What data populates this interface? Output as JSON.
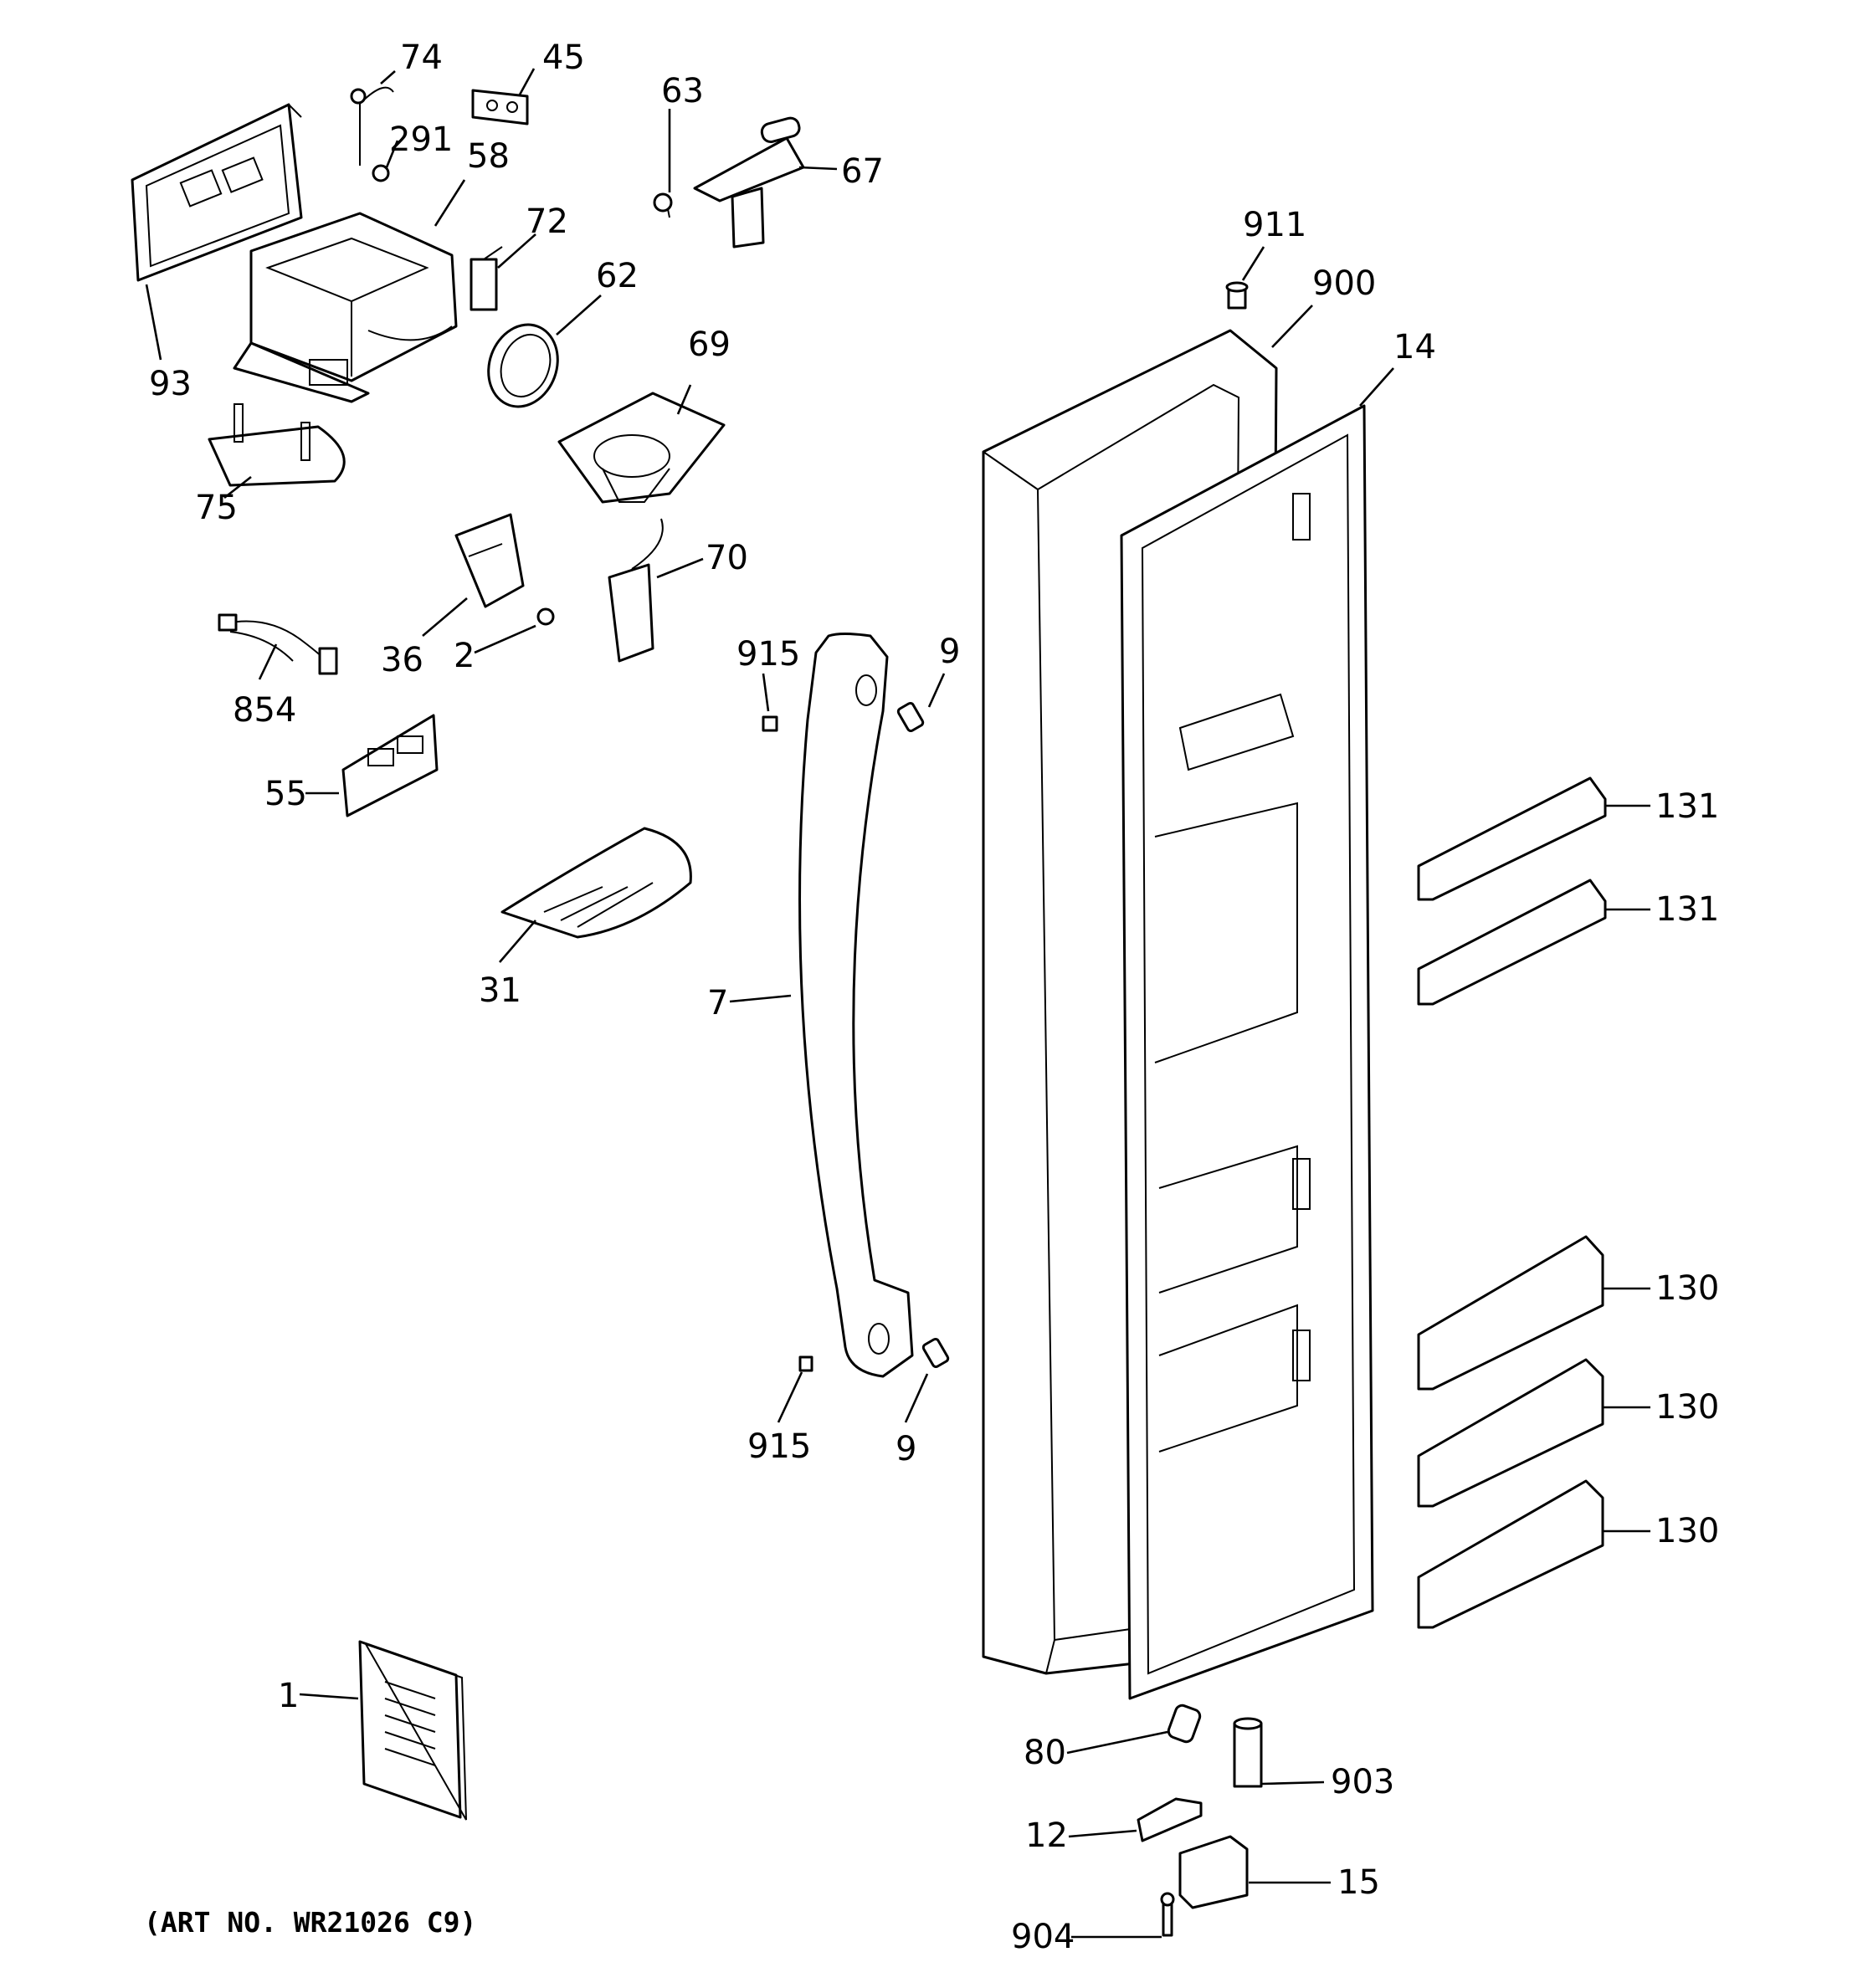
{
  "art_number": "(ART NO. WR21026 C9)",
  "callouts": {
    "p74": "74",
    "p45": "45",
    "p63": "63",
    "p291": "291",
    "p58": "58",
    "p67": "67",
    "p72": "72",
    "p62": "62",
    "p93": "93",
    "p69": "69",
    "p75": "75",
    "p70": "70",
    "p36": "36",
    "p2": "2",
    "p854": "854",
    "p55": "55",
    "p31": "31",
    "p915a": "915",
    "p9a": "9",
    "p7": "7",
    "p915b": "915",
    "p9b": "9",
    "p911": "911",
    "p900": "900",
    "p14": "14",
    "p131a": "131",
    "p131b": "131",
    "p130a": "130",
    "p130b": "130",
    "p130c": "130",
    "p1": "1",
    "p80": "80",
    "p903": "903",
    "p12": "12",
    "p15": "15",
    "p904": "904"
  }
}
